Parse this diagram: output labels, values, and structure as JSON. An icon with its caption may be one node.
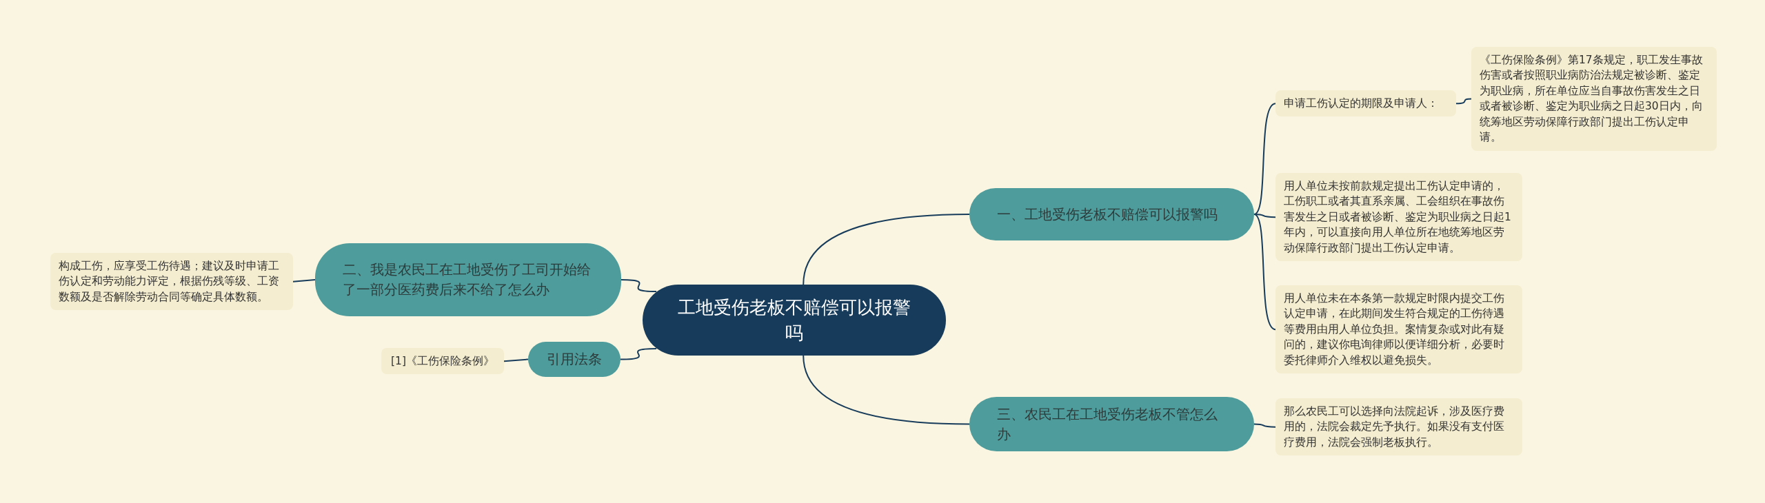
{
  "diagram": {
    "nodes": [
      {
        "text": [
          "工地受伤老板不赔偿可以报警吗"
        ]
      },
      {
        "text": [
          "一、工地受伤老板不赔偿可以报警吗"
        ]
      },
      {
        "text": [
          "申请工伤认定的期限及申请人："
        ]
      },
      {
        "text": [
          "《工伤保险条例》第17条规定，职工发生事故伤害或者按照职业病防治法规定被诊断、鉴定为职业病，所在单位应当自事故伤害发生之日或者被诊断、鉴定为职业病之日起30日内，向统筹地区劳动保障行政部门提出工伤认定申请。"
        ]
      },
      {
        "text": [
          "用人单位未按前款规定提出工伤认定申请的，工伤职工或者其直系亲属、工会组织在事故伤害发生之日或者被诊断、鉴定为职业病之日起1年内，可以直接向用人单位所在地统筹地区劳动保障行政部门提出工伤认定申请。"
        ]
      },
      {
        "text": [
          "用人单位未在本条第一款规定时限内提交工伤认定申请，在此期间发生符合规定的工伤待遇等费用由用人单位负担。案情复杂或对此有疑问的，建议你电询律师以便详细分析，必要时委托律师介入维权以避免损失。"
        ]
      },
      {
        "text": [
          "三、农民工在工地受伤老板不管怎么办"
        ]
      },
      {
        "text": [
          "那么农民工可以选择向法院起诉，涉及医疗费用的，法院会裁定先予执行。如果没有支付医疗费用，法院会强制老板执行。"
        ]
      },
      {
        "text": [
          "二、我是农民工在工地受伤了工司开始给了一部分医药费后来不给了怎么办"
        ]
      },
      {
        "text": [
          "构成工伤，应享受工伤待遇；建议及时申请工伤认定和劳动能力评定，根据伤残等级、工资数额及是否解除劳动合同等确定具体数额。"
        ]
      },
      {
        "text": [
          "引用法条"
        ]
      },
      {
        "text": [
          "[1]《工伤保险条例》"
        ]
      }
    ],
    "edges": [
      {
        "from": 0,
        "to": 1,
        "arrow": "none"
      },
      {
        "from": 1,
        "to": 2,
        "arrow": "none"
      },
      {
        "from": 2,
        "to": 3,
        "arrow": "none"
      },
      {
        "from": 1,
        "to": 4,
        "arrow": "none"
      },
      {
        "from": 1,
        "to": 5,
        "arrow": "none"
      },
      {
        "from": 0,
        "to": 6,
        "arrow": "none"
      },
      {
        "from": 6,
        "to": 7,
        "arrow": "none"
      },
      {
        "from": 0,
        "to": 8,
        "arrow": "none"
      },
      {
        "from": 8,
        "to": 9,
        "arrow": "none"
      },
      {
        "from": 0,
        "to": 10,
        "arrow": "none"
      },
      {
        "from": 10,
        "to": 11,
        "arrow": "none"
      }
    ]
  }
}
